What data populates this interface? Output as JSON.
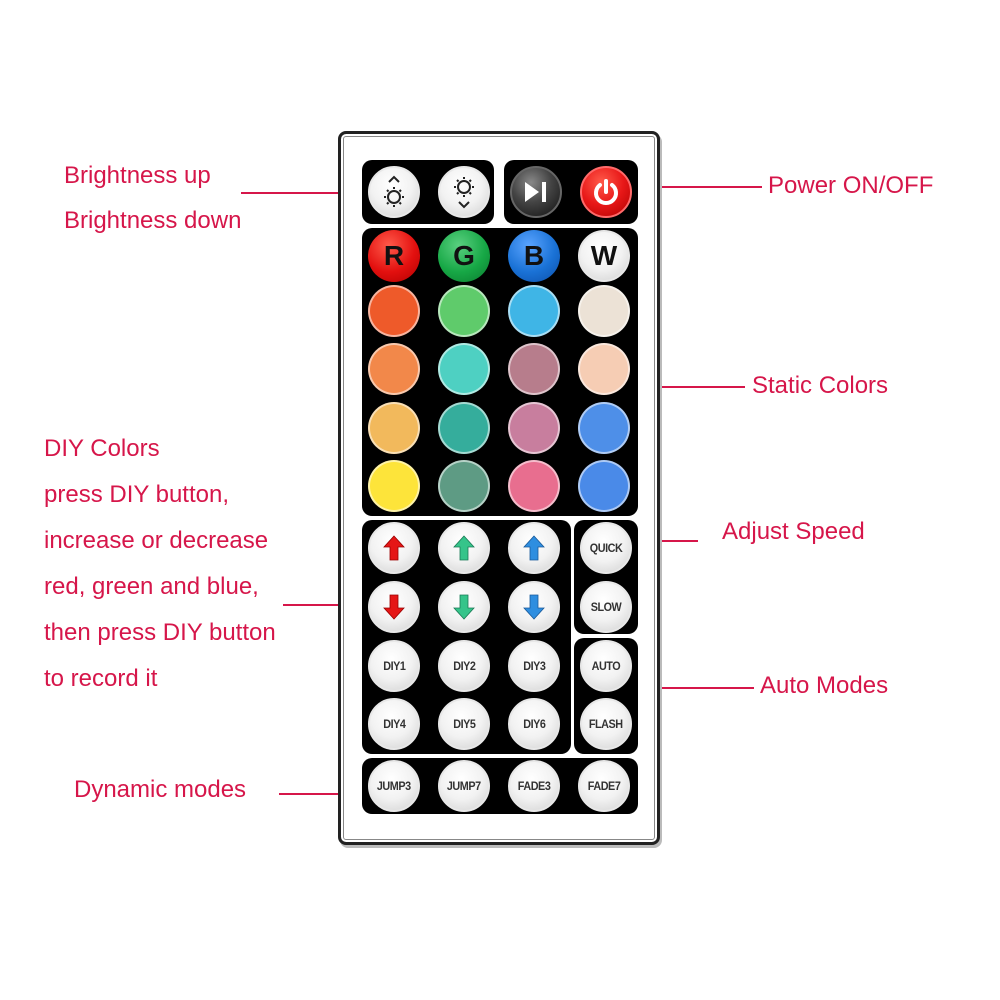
{
  "annotations": {
    "brightness": [
      "Brightness up",
      "Brightness down"
    ],
    "power": "Power ON/OFF",
    "static_colors": "Static Colors",
    "diy_colors": [
      "DIY Colors",
      "press DIY button,",
      "increase or decrease",
      "red, green and blue,",
      "then press DIY button",
      "to record it"
    ],
    "adjust_speed": "Adjust Speed",
    "auto_modes": "Auto Modes",
    "dynamic_modes": "Dynamic modes"
  },
  "colors": {
    "annotation": "#d6164a",
    "panel": "#000000"
  },
  "remote": {
    "top_row": [
      {
        "name": "brightness-up-button",
        "icon": "sun-up-icon"
      },
      {
        "name": "brightness-down-button",
        "icon": "sun-down-icon"
      },
      {
        "name": "play-pause-button",
        "icon": "play-pause-icon"
      },
      {
        "name": "power-button",
        "icon": "power-icon"
      }
    ],
    "rgbw": [
      {
        "label": "R",
        "color": "#e3100f"
      },
      {
        "label": "G",
        "color": "#17a846"
      },
      {
        "label": "B",
        "color": "#1a72d6"
      },
      {
        "label": "W",
        "color": "#f6f6f6"
      }
    ],
    "static_colors": [
      [
        "#ee5a2a",
        "#5fcb6b",
        "#3fb5e6",
        "#ece2d6"
      ],
      [
        "#f2884a",
        "#4ed0c2",
        "#b77d8c",
        "#f6cdb4"
      ],
      [
        "#f2b95c",
        "#35ad9c",
        "#c87e9e",
        "#4e8fe8"
      ],
      [
        "#fde43a",
        "#5e9b84",
        "#e86e8f",
        "#4a8ae8"
      ]
    ],
    "diy_arrows": {
      "up": [
        {
          "name": "red-up-button",
          "color": "#e51616"
        },
        {
          "name": "green-up-button",
          "color": "#35c48a"
        },
        {
          "name": "blue-up-button",
          "color": "#2e8ee0"
        }
      ],
      "down": [
        {
          "name": "red-down-button",
          "color": "#e51616"
        },
        {
          "name": "green-down-button",
          "color": "#35c48a"
        },
        {
          "name": "blue-down-button",
          "color": "#2e8ee0"
        }
      ]
    },
    "diy_buttons": [
      "DIY1",
      "DIY2",
      "DIY3",
      "DIY4",
      "DIY5",
      "DIY6"
    ],
    "speed_buttons": [
      "QUICK",
      "SLOW"
    ],
    "auto_buttons": [
      "AUTO",
      "FLASH"
    ],
    "dynamic_buttons": [
      "JUMP3",
      "JUMP7",
      "FADE3",
      "FADE7"
    ]
  }
}
